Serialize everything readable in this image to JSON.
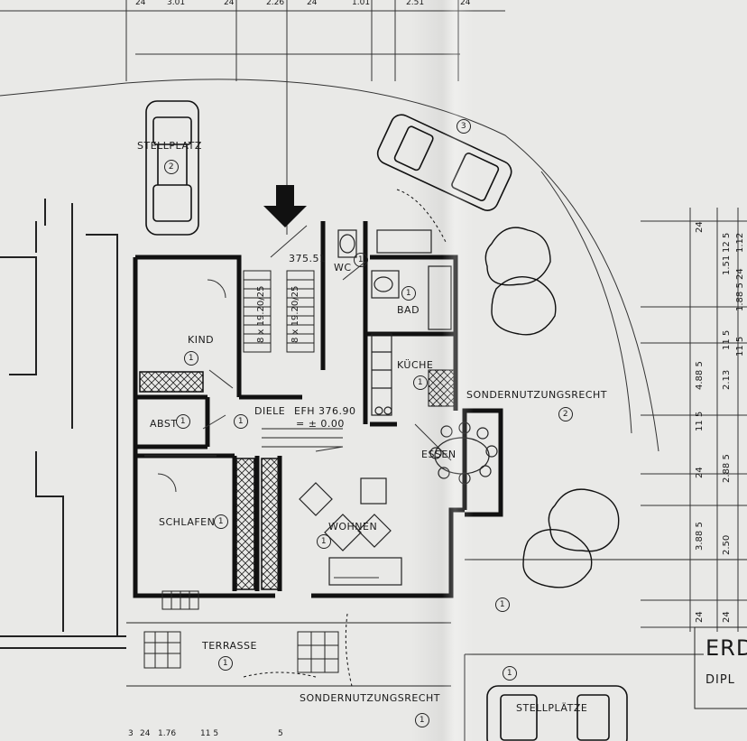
{
  "rooms": {
    "kind": "KIND",
    "abst": "ABST",
    "diele": "DIELE",
    "efh_label": "EFH 376.90",
    "efh_zero": "= ± 0.00",
    "schlafen": "SCHLAFEN",
    "wohnen": "WOHNEN",
    "essen": "ESSEN",
    "kueche": "KÜCHE",
    "bad": "BAD",
    "wc": "WC",
    "terrasse": "TERRASSE",
    "stair_level": "375.51"
  },
  "parking": {
    "stellplatz": "STELLPLATZ",
    "stellplatze": "STELLPLÄTZE"
  },
  "rights": {
    "sondernutzungsrecht_top": "SONDERNUTZUNGSRECHT",
    "sondernutzungsrecht_bottom": "SONDERNUTZUNGSRECHT"
  },
  "numbers": {
    "one": "1",
    "two": "2",
    "three": "3"
  },
  "title_block": {
    "erd": "ERD",
    "dipl": "DIPL"
  },
  "dimensions": {
    "top": [
      "24",
      "3.01",
      "24",
      "2.26",
      "24",
      "1.01",
      "2.51",
      "24"
    ],
    "right_col1": [
      "24",
      "4.88 5",
      "11 5",
      "2.88 5",
      "24",
      "3.88 5",
      "24"
    ],
    "right_col2": [
      "1.51",
      "12 5",
      "2.13",
      "11 5",
      "24",
      "2.50"
    ],
    "right_col3": [
      "1.12",
      "24",
      "1.88 5",
      "11 5"
    ],
    "bottom": [
      "3",
      "24",
      "1.76",
      "11 5",
      "5"
    ],
    "stair": [
      "8 x 19.20/25",
      "8 x 19.20/25"
    ]
  },
  "colors": {
    "paper": "#e9e9e7",
    "ink": "#1a1a1a"
  }
}
